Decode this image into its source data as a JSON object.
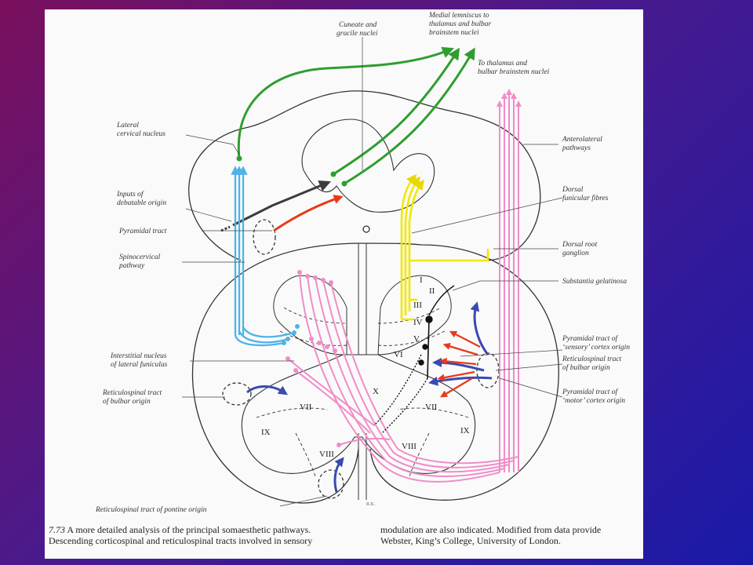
{
  "colors": {
    "background_start": "#7a0f5c",
    "background_end": "#1a1aa8",
    "green_pathway": "#2f9e2f",
    "blue_pathway": "#4fb3e8",
    "yellow_pathway": "#f0e800",
    "pink_pathway": "#f08cc8",
    "red_tract": "#e83a1a",
    "dark_blue_tract": "#3a4ab0",
    "dark_input": "#3c3c3c"
  },
  "labels": {
    "cuneate_gracile": [
      "Cuneate and",
      "gracile nuclei"
    ],
    "medial_lemniscus": [
      "Medial lemniscus to",
      "thalamus and bulbar",
      "brainstem nuclei"
    ],
    "to_thalamus": [
      "To thalamus and",
      "bulbar brainstem nuclei"
    ],
    "lateral_cervical_nucleus": [
      "Lateral",
      "cervical nucleus"
    ],
    "anterolateral_pathways": [
      "Anterolateral",
      "pathways"
    ],
    "inputs_debatable": [
      "Inputs of",
      "debatable origin"
    ],
    "dorsal_funicular": [
      "Dorsal",
      "funicular fibres"
    ],
    "pyramidal_tract": "Pyramidal tract",
    "dorsal_root_ganglion": [
      "Dorsal root",
      "ganglion"
    ],
    "spinocervical_pathway": [
      "Spinocervical",
      "pathway"
    ],
    "substantia_gelatinosa": "Substantia gelatinosa",
    "pyramidal_sensory": [
      "Pyramidal tract of",
      "‘sensory’ cortex origin"
    ],
    "interstitial_nucleus": [
      "Interstitial nucleus",
      "of lateral funiculus"
    ],
    "reticulospinal_bulbar_right": [
      "Reticulospinal tract",
      "of bulbar origin"
    ],
    "reticulospinal_bulbar_left": [
      "Reticulospinal tract",
      "of bulbar origin"
    ],
    "pyramidal_motor": [
      "Pyramidal tract of",
      "‘motor’ cortex origin"
    ],
    "reticulospinal_pontine": "Reticulospinal tract of pontine origin"
  },
  "laminae": {
    "I": "I",
    "II": "II",
    "III": "III",
    "IV": "IV",
    "V": "V",
    "VI": "VI",
    "VII_left": "VII",
    "VII_right": "VII",
    "VIII_left": "VIII",
    "VIII_right": "VIII",
    "IX_left": "IX",
    "IX_right": "IX",
    "X": "X"
  },
  "signature": "R.K.",
  "caption": {
    "figure_number": "7.73",
    "left_line1": "A more detailed analysis of the principal somaesthetic pathways.",
    "left_line2": "Descending corticospinal and reticulospinal tracts involved in sensory",
    "right_line1": "modulation are also indicated. Modified from data provide",
    "right_line2": "Webster, King’s College, University of London."
  }
}
